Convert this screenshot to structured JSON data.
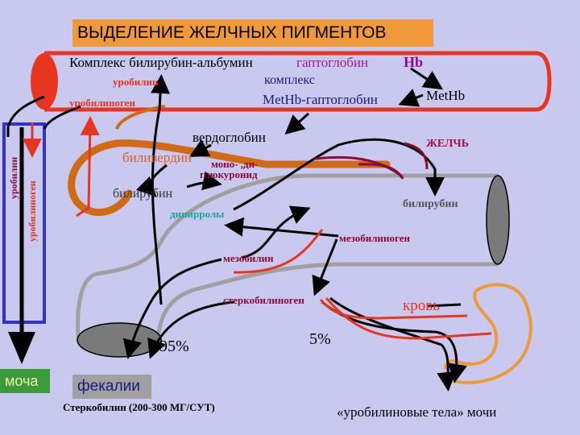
{
  "title": "ВЫДЕЛЕНИЕ ЖЕЛЧНЫХ ПИГМЕНТОВ",
  "labels": {
    "complex_bilirubin_albumin": "Комплекс билирубин-альбумин",
    "haptoglobin": "гаптоглобин",
    "hb": "Hb",
    "complex": "комплекс",
    "methb_haptoglobin": "MetHb-гаптоглобин",
    "methb": "MetHb",
    "urobilin_top": "уробилин",
    "urobilinogen_top": "уробилиноген",
    "verdoglobin": "вердоглобин",
    "biliverdin": "биливердин",
    "mono_di": "моно- ,ди-",
    "glucuronide": "глюкуронид",
    "bilirubin_left": "билирубин",
    "dipyrroles": "дипирролы",
    "bile": "ЖЕЛЧЬ",
    "bilirubin_right": "билирубин",
    "mesobilinogen": "мезобилиноген",
    "mesobilin": "мезобилин",
    "stercobilinogen": "стеркобилиноген",
    "blood": "кровь",
    "pct_95": "95%",
    "pct_5": "5%",
    "urobilin_vertical": "уробилин",
    "urobilinogen_vertical": "уробилиноген",
    "urine": "моча",
    "feces": "фекалии",
    "stercobilin_daily": "Стеркобилин  (200-300 МГ/СУТ)",
    "urobilin_bodies_urine": "«уробилиновые тела» мочи"
  },
  "colors": {
    "background": "#c9c9ef",
    "vessel_red": "#e8351f",
    "liver_orange": "#d06a14",
    "intestine_gray": "#a0a0a0",
    "kidney_orange": "#f0993a",
    "kidney_column": "#3333cc",
    "bile_maroon": "#8b0a3a",
    "urine_box": "#3b9a3b",
    "feces_box": "#a0a0a0"
  }
}
